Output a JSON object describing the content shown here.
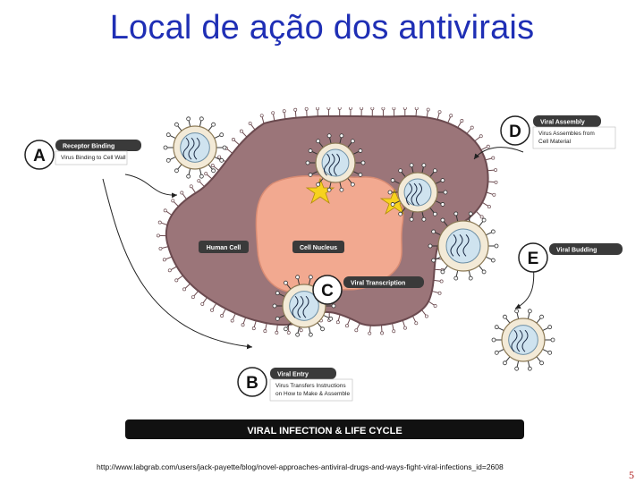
{
  "slide": {
    "title": "Local de ação dos antivirais",
    "source_url": "http://www.labgrab.com/users/jack-payette/blog/novel-approaches-antiviral-drugs-and-ways-fight-viral-infections_id=2608",
    "page_number": "5"
  },
  "diagram": {
    "banner": "VIRAL INFECTION & LIFE CYCLE",
    "cell_label": "Human Cell",
    "nucleus_label": "Cell Nucleus",
    "stages": [
      {
        "letter": "A",
        "title": "Receptor Binding",
        "desc": [
          "Virus Binding to Cell Wall"
        ]
      },
      {
        "letter": "B",
        "title": "Viral Entry",
        "desc": [
          "Virus Transfers Instructions",
          "on How to Make & Assemble"
        ]
      },
      {
        "letter": "C",
        "title": "Viral Transcription",
        "desc": []
      },
      {
        "letter": "D",
        "title": "Viral Assembly",
        "desc": [
          "Virus Assembles from",
          "Cell Material"
        ]
      },
      {
        "letter": "E",
        "title": "Viral Budding",
        "desc": []
      }
    ]
  },
  "colors": {
    "title": "#1f2fb5",
    "cell_body": "#9b7579",
    "nucleus": "#f2a990",
    "membrane_spike": "#6b4a4f",
    "virus_capsid": "#f3ead7",
    "virus_core": "#cfe3ef",
    "label_box": "#3a3a3a",
    "page_number": "#b01e1e"
  }
}
